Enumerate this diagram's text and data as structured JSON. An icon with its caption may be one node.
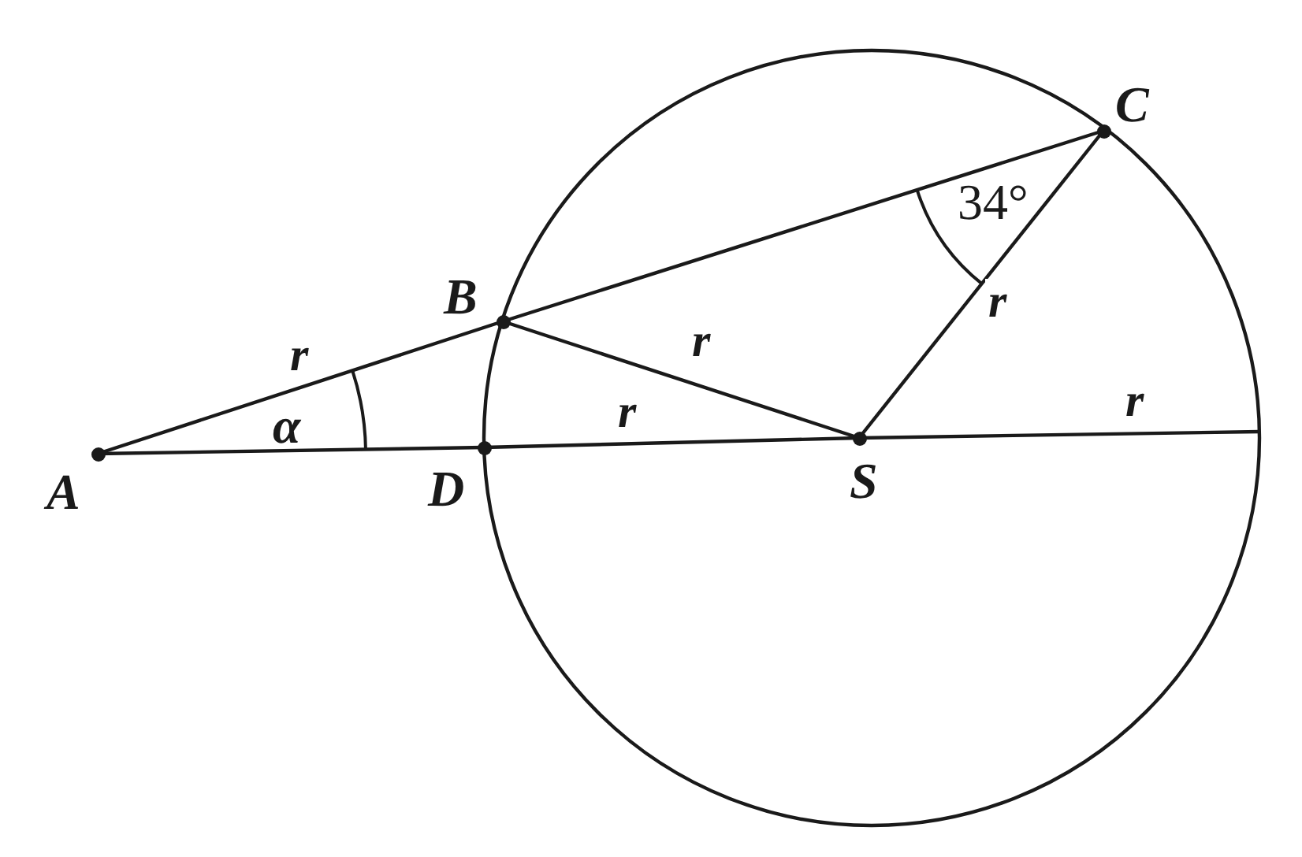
{
  "diagram": {
    "nodes": [
      {
        "text": [
          "A"
        ]
      },
      {
        "text": [
          "B"
        ]
      },
      {
        "text": [
          "C"
        ]
      },
      {
        "text": [
          "D"
        ]
      },
      {
        "text": [
          "S"
        ]
      }
    ],
    "edges": [
      {
        "from": 0,
        "to": 1,
        "arrow": "none",
        "label": "r"
      },
      {
        "from": 1,
        "to": 2,
        "arrow": "none"
      },
      {
        "from": 0,
        "to": 3,
        "arrow": "none"
      },
      {
        "from": 3,
        "to": 4,
        "arrow": "none",
        "label": "r"
      },
      {
        "from": 4,
        "to": null,
        "arrow": "none",
        "label": "r"
      },
      {
        "from": 1,
        "to": 4,
        "arrow": "none",
        "label": "r"
      },
      {
        "from": 4,
        "to": 2,
        "arrow": "none",
        "label": "r"
      }
    ],
    "labels": [
      "α",
      "34°"
    ]
  }
}
